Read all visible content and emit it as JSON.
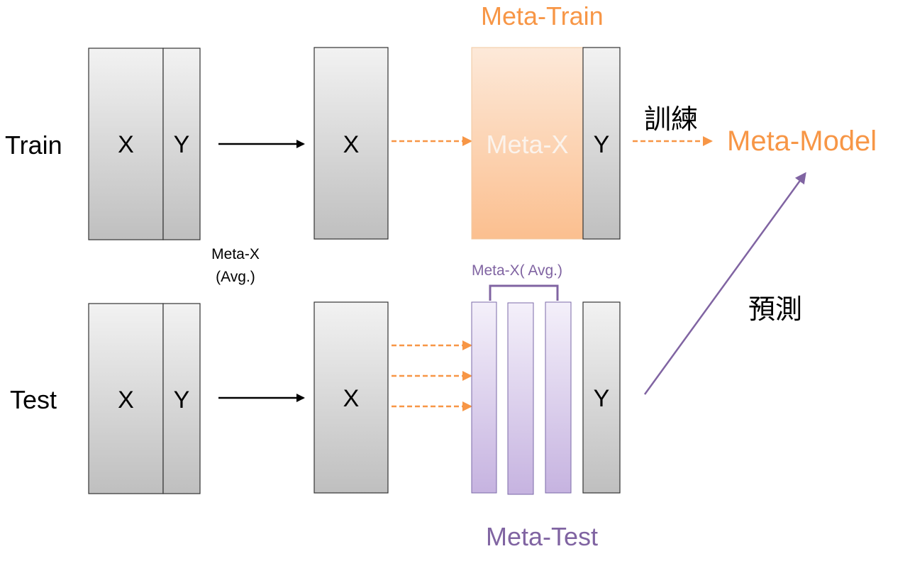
{
  "rows": {
    "train_label": "Train",
    "test_label": "Test"
  },
  "cells": {
    "x": "X",
    "y": "Y"
  },
  "meta_train": {
    "title": "Meta-Train",
    "x_label": "Meta-X",
    "train_arrow_label": "訓練"
  },
  "meta_model": {
    "label": "Meta-Model"
  },
  "meta_x_avg": {
    "line1": "Meta-X",
    "line2": "(Avg.)",
    "bracket_label": "Meta-X( Avg.)"
  },
  "meta_test": {
    "title": "Meta-Test",
    "predict_label": "預測"
  },
  "colors": {
    "orange": "#f79646",
    "purple": "#8064a2",
    "black": "#000000",
    "gray_box_top": "#f2f2f2",
    "gray_box_bottom": "#bfbfbf",
    "orange_box_top": "#fde9d9",
    "orange_box_bottom": "#fbbf8f",
    "purple_box_top": "#f2eef8",
    "purple_box_bottom": "#c7b5e0"
  }
}
